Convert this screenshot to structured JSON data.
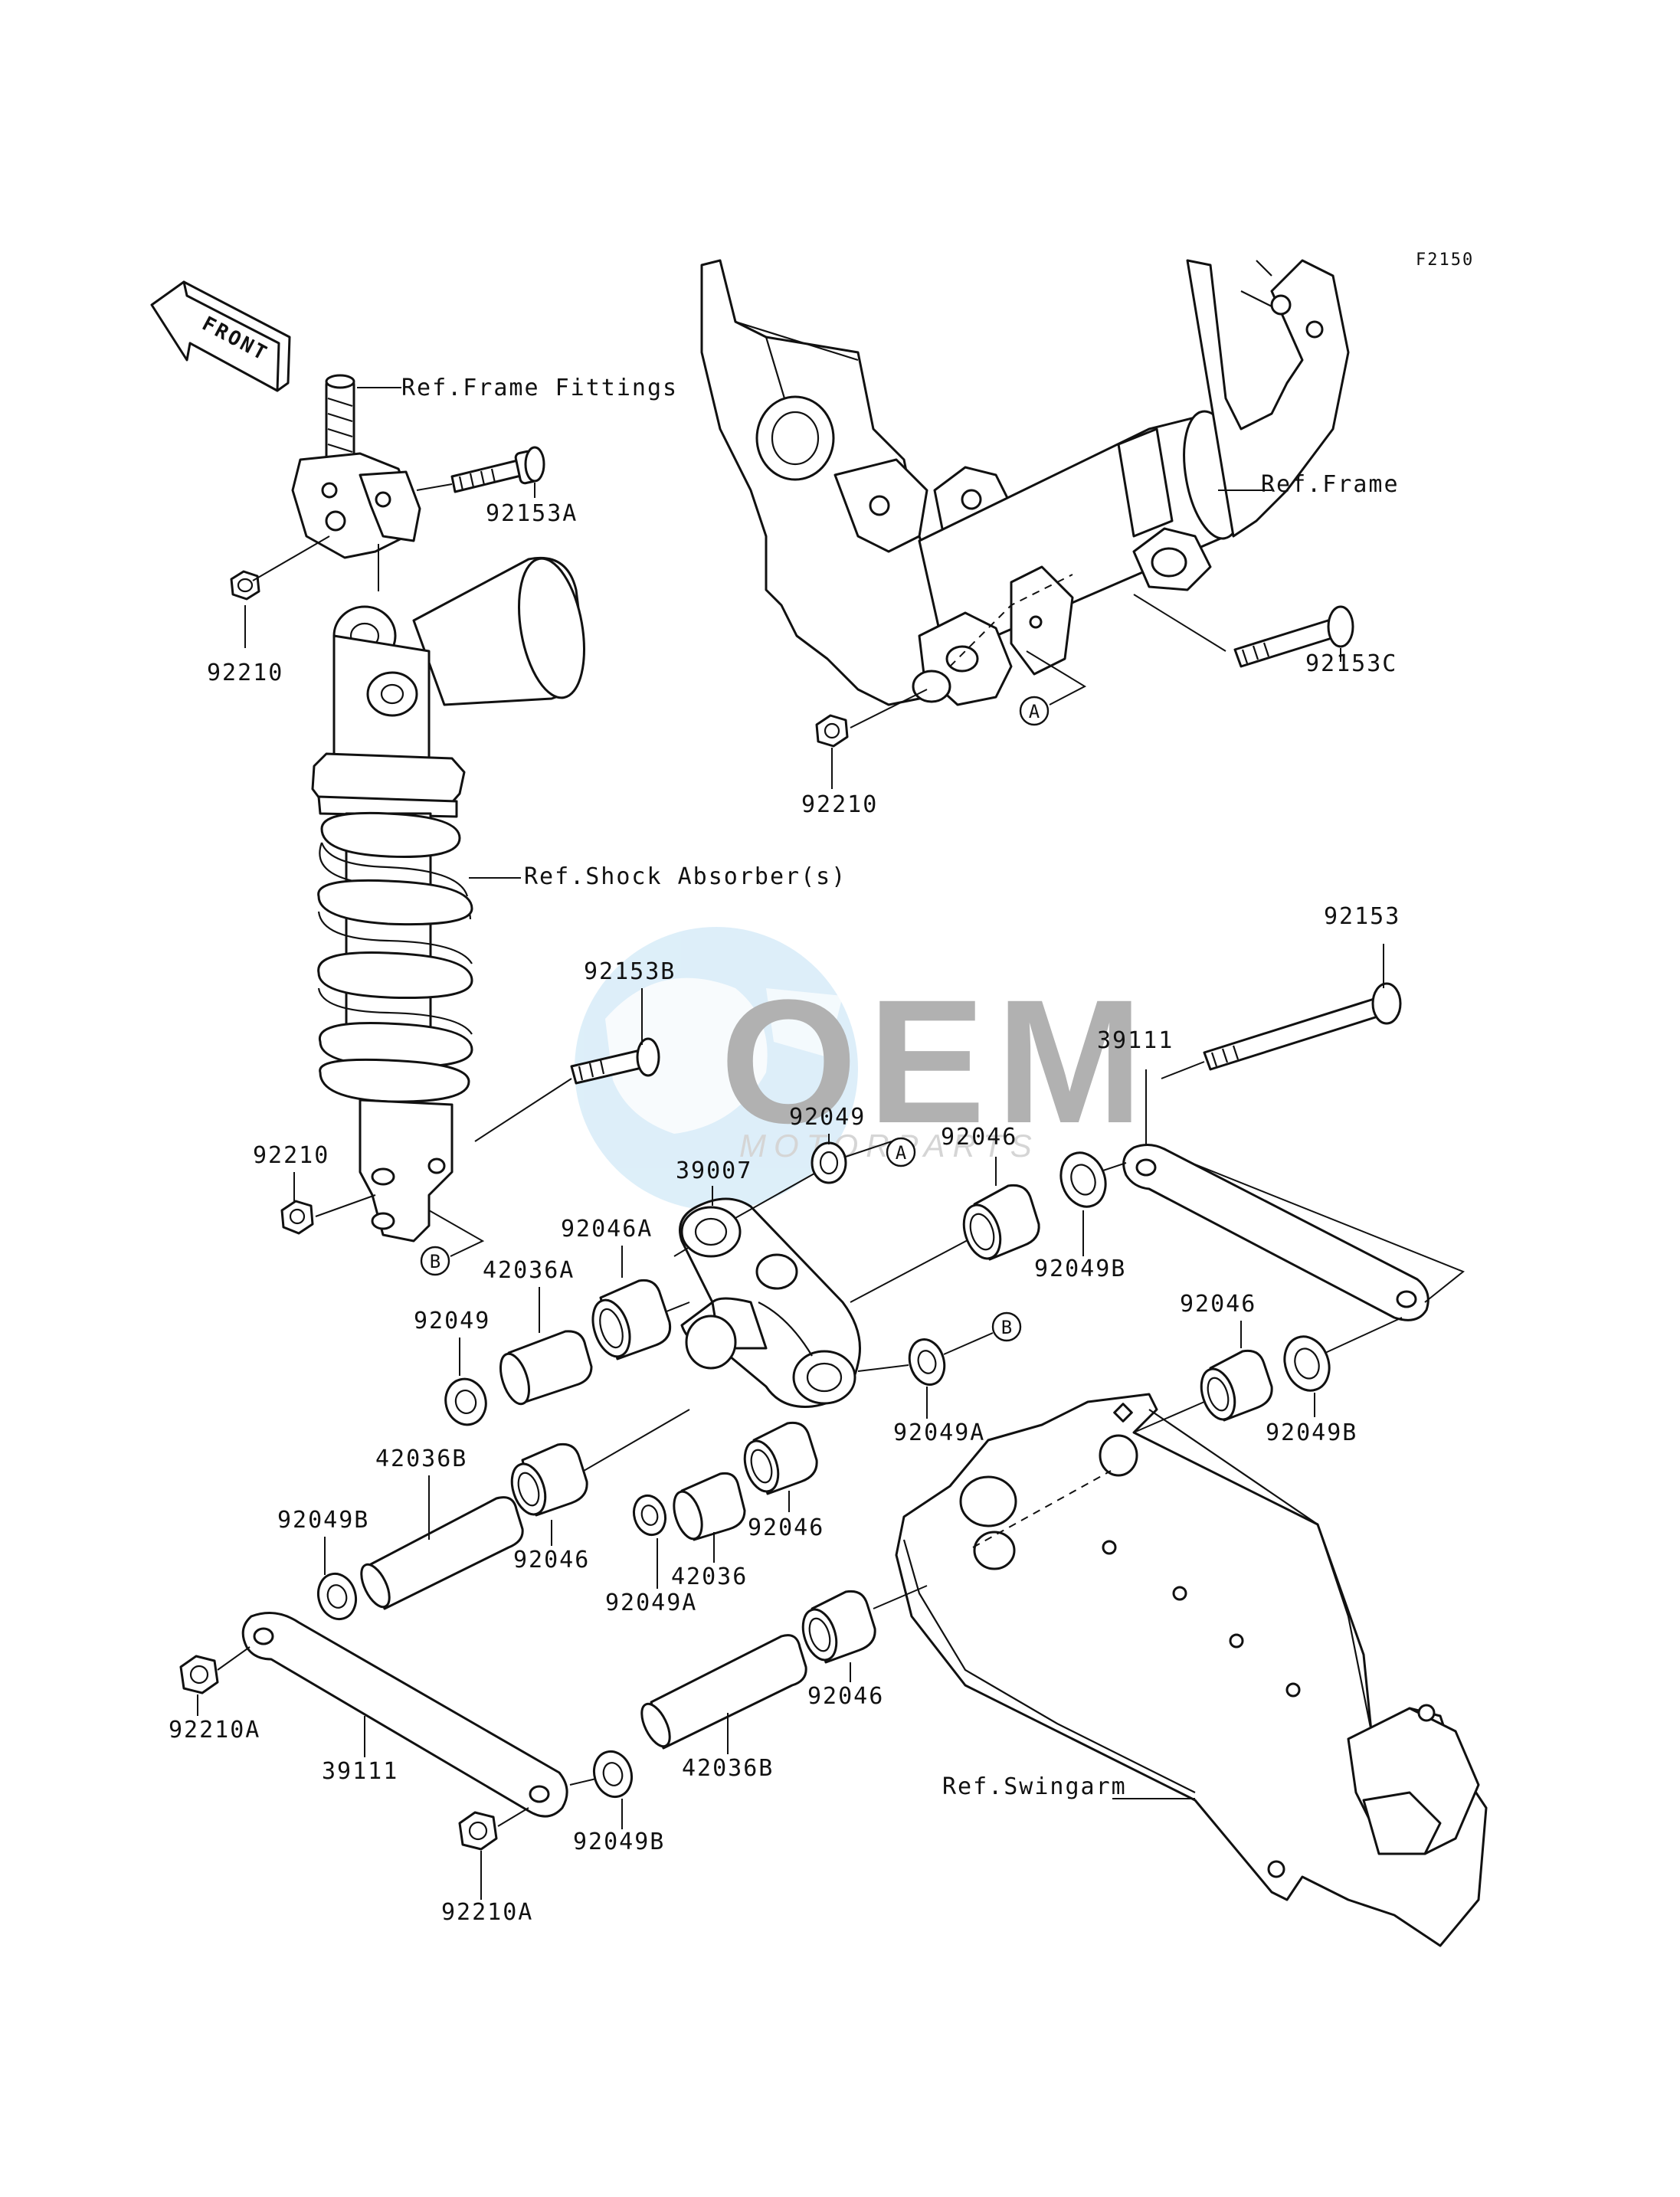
{
  "diagram": {
    "code": "F2150",
    "front_arrow_label": "FRONT",
    "watermark": {
      "brand": "OEM",
      "sub": "MOTORPARTS"
    },
    "refs": {
      "frame_fittings": "Ref.Frame Fittings",
      "frame": "Ref.Frame",
      "shock_absorber": "Ref.Shock Absorber(s)",
      "swingarm": "Ref.Swingarm"
    },
    "markers": {
      "a": "A",
      "b": "B"
    },
    "parts": {
      "p92153A": "92153A",
      "p92210_top": "92210",
      "p92153C": "92153C",
      "p92210_frame": "92210",
      "p92153": "92153",
      "p92153B": "92153B",
      "p39111_right": "39111",
      "p92049_top": "92049",
      "p92046_top": "92046",
      "p39007": "39007",
      "p92210_shock": "92210",
      "p92046A": "92046A",
      "p92049B_right": "92049B",
      "p42036A": "42036A",
      "p92049_left": "92049",
      "p92046_right": "92046",
      "p92049A_right": "92049A",
      "p92049B_far": "92049B",
      "p42036B_left": "42036B",
      "p92049B_left": "92049B",
      "p92046_mid": "92046",
      "p92046_left": "92046",
      "p42036": "42036",
      "p92049A_bottom": "92049A",
      "p92046_low": "92046",
      "p92210A_left": "92210A",
      "p39111_left": "39111",
      "p42036B_bottom": "42036B",
      "p92049B_bottom": "92049B",
      "p92210A_bottom": "92210A"
    }
  }
}
